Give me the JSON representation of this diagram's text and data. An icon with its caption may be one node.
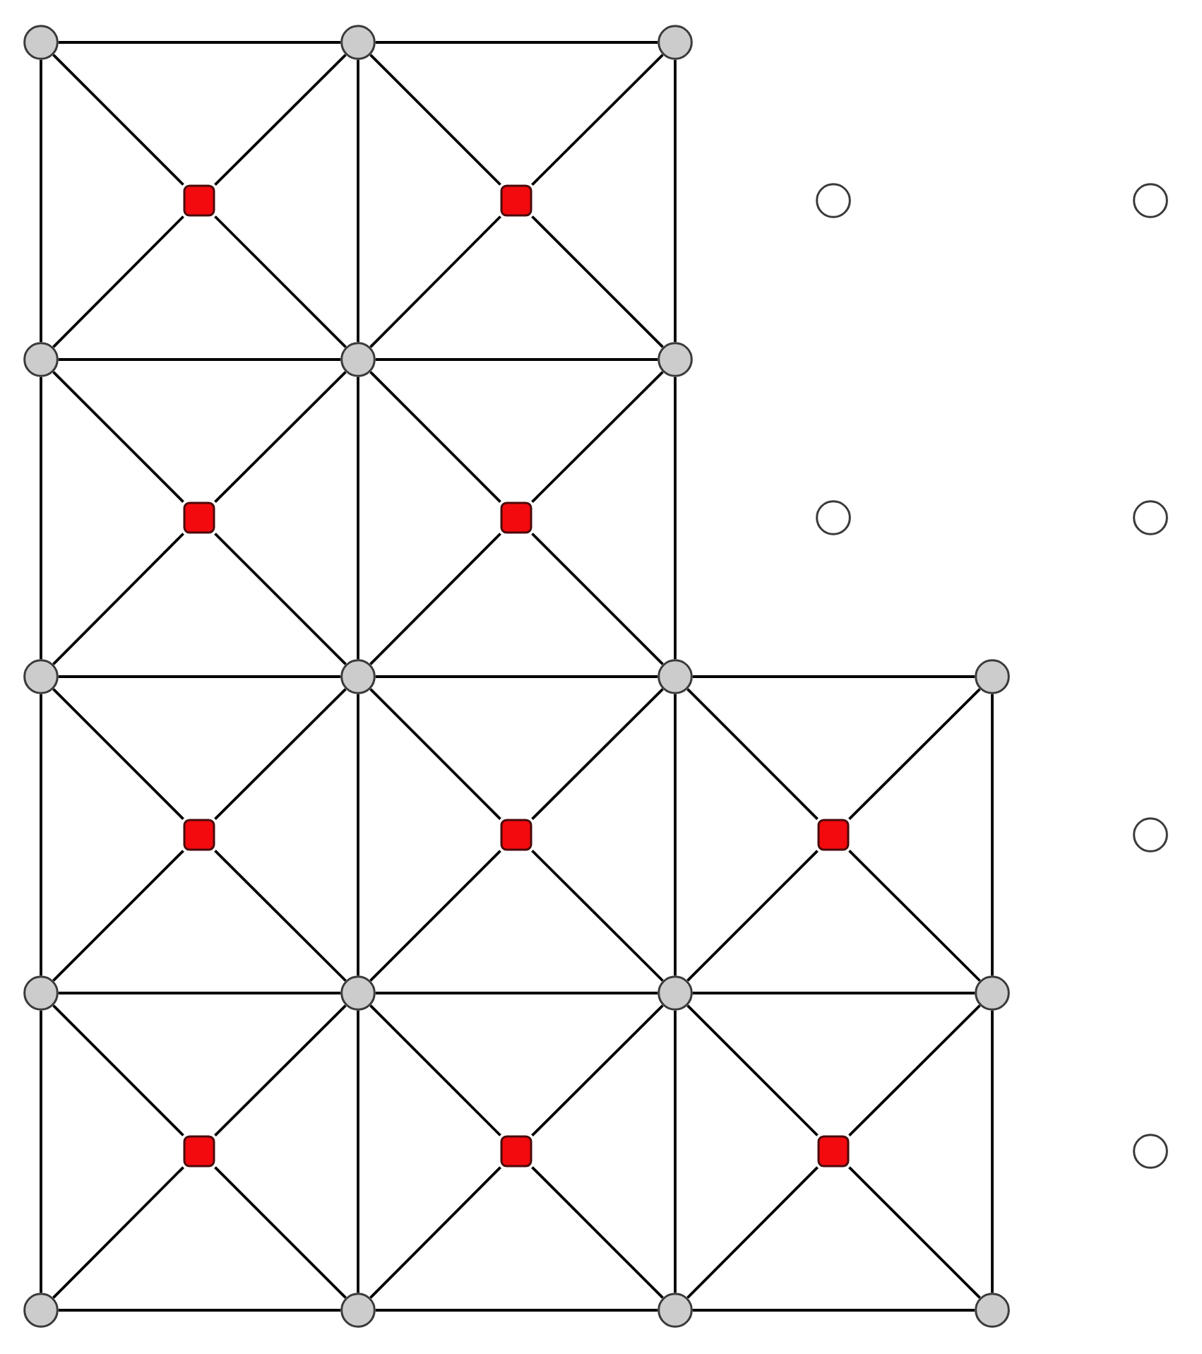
{
  "diagram": {
    "nodes": [
      {
        "text": [],
        "shape": "circle"
      },
      {
        "text": [],
        "shape": "circle"
      },
      {
        "text": [],
        "shape": "circle"
      },
      {
        "text": [],
        "shape": "box"
      },
      {
        "text": [],
        "shape": "box"
      },
      {
        "text": [],
        "shape": "circle"
      },
      {
        "text": [],
        "shape": "circle"
      },
      {
        "text": [],
        "shape": "circle"
      },
      {
        "text": [],
        "shape": "circle"
      },
      {
        "text": [],
        "shape": "circle"
      },
      {
        "text": [],
        "shape": "box"
      },
      {
        "text": [],
        "shape": "box"
      },
      {
        "text": [],
        "shape": "circle"
      },
      {
        "text": [],
        "shape": "circle"
      },
      {
        "text": [],
        "shape": "circle"
      },
      {
        "text": [],
        "shape": "circle"
      },
      {
        "text": [],
        "shape": "circle"
      },
      {
        "text": [],
        "shape": "circle"
      },
      {
        "text": [],
        "shape": "box"
      },
      {
        "text": [],
        "shape": "box"
      },
      {
        "text": [],
        "shape": "box"
      },
      {
        "text": [],
        "shape": "circle"
      },
      {
        "text": [],
        "shape": "circle"
      },
      {
        "text": [],
        "shape": "circle"
      },
      {
        "text": [],
        "shape": "circle"
      },
      {
        "text": [],
        "shape": "circle"
      },
      {
        "text": [],
        "shape": "box"
      },
      {
        "text": [],
        "shape": "box"
      },
      {
        "text": [],
        "shape": "box"
      },
      {
        "text": [],
        "shape": "circle"
      },
      {
        "text": [],
        "shape": "circle"
      },
      {
        "text": [],
        "shape": "circle"
      },
      {
        "text": [],
        "shape": "circle"
      },
      {
        "text": [],
        "shape": "circle"
      }
    ],
    "edges": [
      {
        "from": 0,
        "to": 1,
        "arrow": "none"
      },
      {
        "from": 1,
        "to": 2,
        "arrow": "none"
      },
      {
        "from": 7,
        "to": 8,
        "arrow": "none"
      },
      {
        "from": 8,
        "to": 9,
        "arrow": "none"
      },
      {
        "from": 14,
        "to": 15,
        "arrow": "none"
      },
      {
        "from": 15,
        "to": 16,
        "arrow": "none"
      },
      {
        "from": 16,
        "to": 17,
        "arrow": "none"
      },
      {
        "from": 22,
        "to": 23,
        "arrow": "none"
      },
      {
        "from": 23,
        "to": 24,
        "arrow": "none"
      },
      {
        "from": 24,
        "to": 25,
        "arrow": "none"
      },
      {
        "from": 30,
        "to": 31,
        "arrow": "none"
      },
      {
        "from": 31,
        "to": 32,
        "arrow": "none"
      },
      {
        "from": 32,
        "to": 33,
        "arrow": "none"
      },
      {
        "from": 0,
        "to": 7,
        "arrow": "none"
      },
      {
        "from": 7,
        "to": 14,
        "arrow": "none"
      },
      {
        "from": 14,
        "to": 22,
        "arrow": "none"
      },
      {
        "from": 22,
        "to": 30,
        "arrow": "none"
      },
      {
        "from": 1,
        "to": 8,
        "arrow": "none"
      },
      {
        "from": 8,
        "to": 15,
        "arrow": "none"
      },
      {
        "from": 15,
        "to": 23,
        "arrow": "none"
      },
      {
        "from": 23,
        "to": 31,
        "arrow": "none"
      },
      {
        "from": 2,
        "to": 9,
        "arrow": "none"
      },
      {
        "from": 9,
        "to": 16,
        "arrow": "none"
      },
      {
        "from": 16,
        "to": 24,
        "arrow": "none"
      },
      {
        "from": 24,
        "to": 32,
        "arrow": "none"
      },
      {
        "from": 17,
        "to": 25,
        "arrow": "none"
      },
      {
        "from": 25,
        "to": 33,
        "arrow": "none"
      },
      {
        "from": 3,
        "to": 0,
        "arrow": "none"
      },
      {
        "from": 3,
        "to": 1,
        "arrow": "none"
      },
      {
        "from": 3,
        "to": 7,
        "arrow": "none"
      },
      {
        "from": 3,
        "to": 8,
        "arrow": "none"
      },
      {
        "from": 4,
        "to": 1,
        "arrow": "none"
      },
      {
        "from": 4,
        "to": 2,
        "arrow": "none"
      },
      {
        "from": 4,
        "to": 8,
        "arrow": "none"
      },
      {
        "from": 4,
        "to": 9,
        "arrow": "none"
      },
      {
        "from": 10,
        "to": 7,
        "arrow": "none"
      },
      {
        "from": 10,
        "to": 8,
        "arrow": "none"
      },
      {
        "from": 10,
        "to": 14,
        "arrow": "none"
      },
      {
        "from": 10,
        "to": 15,
        "arrow": "none"
      },
      {
        "from": 11,
        "to": 8,
        "arrow": "none"
      },
      {
        "from": 11,
        "to": 9,
        "arrow": "none"
      },
      {
        "from": 11,
        "to": 15,
        "arrow": "none"
      },
      {
        "from": 11,
        "to": 16,
        "arrow": "none"
      },
      {
        "from": 18,
        "to": 14,
        "arrow": "none"
      },
      {
        "from": 18,
        "to": 15,
        "arrow": "none"
      },
      {
        "from": 18,
        "to": 22,
        "arrow": "none"
      },
      {
        "from": 18,
        "to": 23,
        "arrow": "none"
      },
      {
        "from": 19,
        "to": 15,
        "arrow": "none"
      },
      {
        "from": 19,
        "to": 16,
        "arrow": "none"
      },
      {
        "from": 19,
        "to": 23,
        "arrow": "none"
      },
      {
        "from": 19,
        "to": 24,
        "arrow": "none"
      },
      {
        "from": 20,
        "to": 16,
        "arrow": "none"
      },
      {
        "from": 20,
        "to": 17,
        "arrow": "none"
      },
      {
        "from": 20,
        "to": 24,
        "arrow": "none"
      },
      {
        "from": 20,
        "to": 25,
        "arrow": "none"
      },
      {
        "from": 26,
        "to": 22,
        "arrow": "none"
      },
      {
        "from": 26,
        "to": 23,
        "arrow": "none"
      },
      {
        "from": 26,
        "to": 30,
        "arrow": "none"
      },
      {
        "from": 26,
        "to": 31,
        "arrow": "none"
      },
      {
        "from": 27,
        "to": 23,
        "arrow": "none"
      },
      {
        "from": 27,
        "to": 24,
        "arrow": "none"
      },
      {
        "from": 27,
        "to": 31,
        "arrow": "none"
      },
      {
        "from": 27,
        "to": 32,
        "arrow": "none"
      },
      {
        "from": 28,
        "to": 24,
        "arrow": "none"
      },
      {
        "from": 28,
        "to": 25,
        "arrow": "none"
      },
      {
        "from": 28,
        "to": 32,
        "arrow": "none"
      },
      {
        "from": 28,
        "to": 33,
        "arrow": "none"
      }
    ]
  }
}
